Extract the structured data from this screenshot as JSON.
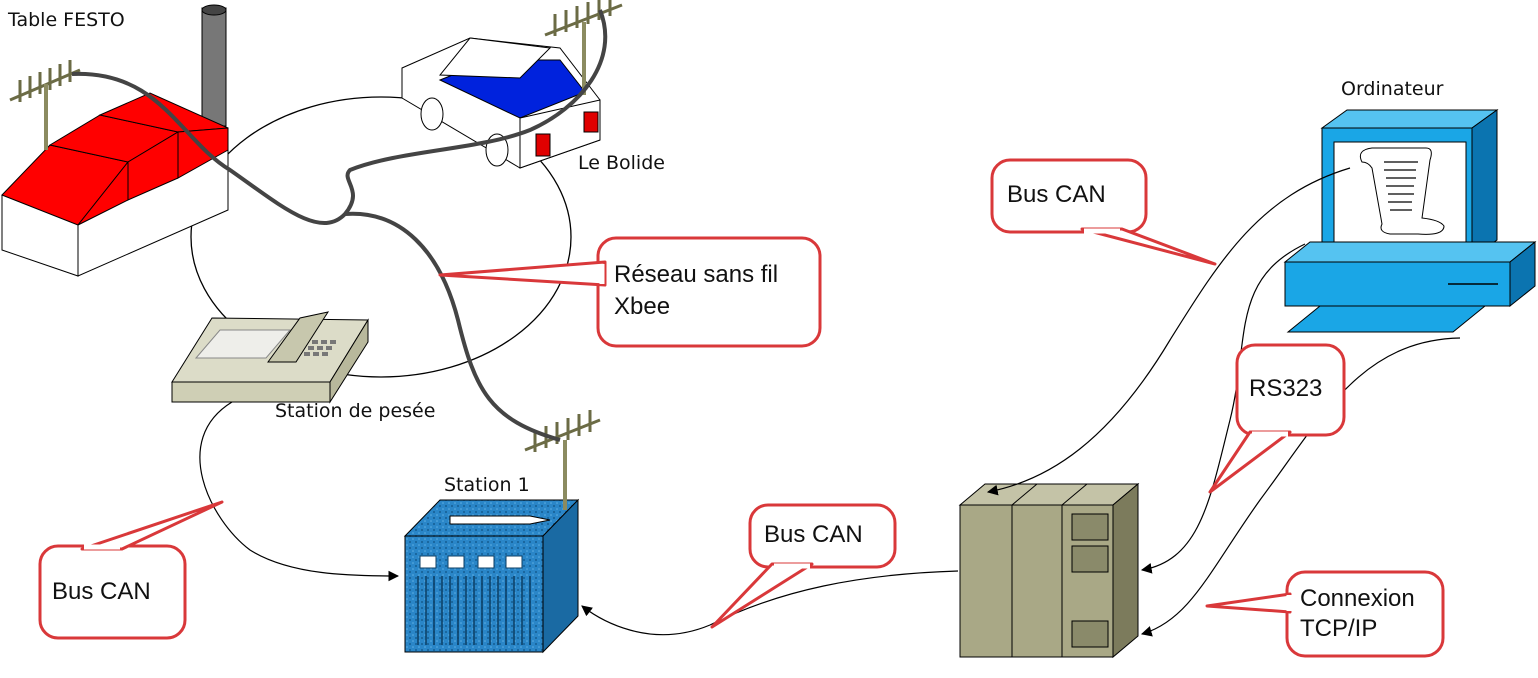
{
  "devices": {
    "factory": {
      "label": "Table FESTO",
      "icon": "factory-icon"
    },
    "car": {
      "label": "Le Bolide",
      "icon": "car-icon"
    },
    "scale": {
      "label": "Station de pesée",
      "icon": "weighing-station-icon"
    },
    "station1": {
      "label": "Station 1",
      "icon": "station-module-icon"
    },
    "computer": {
      "label": "Ordinateur",
      "icon": "computer-icon"
    },
    "plc": {
      "icon": "plc-rack-icon"
    }
  },
  "callouts": {
    "xbee": {
      "line1": "Réseau sans fil",
      "line2": "Xbee"
    },
    "can_left": {
      "text": "Bus CAN"
    },
    "can_mid": {
      "text": "Bus CAN"
    },
    "can_top": {
      "text": "Bus CAN"
    },
    "rs": {
      "text": "RS323"
    },
    "tcp": {
      "line1": "Connexion",
      "line2": "TCP/IP"
    }
  },
  "colors": {
    "callout_border": "#d9383a",
    "factory_roof": "#ff0000",
    "car_window": "#0022dd",
    "station_blue": "#2a86c8",
    "computer_cyan": "#1aa6e6",
    "plc_khaki": "#a9a886"
  }
}
